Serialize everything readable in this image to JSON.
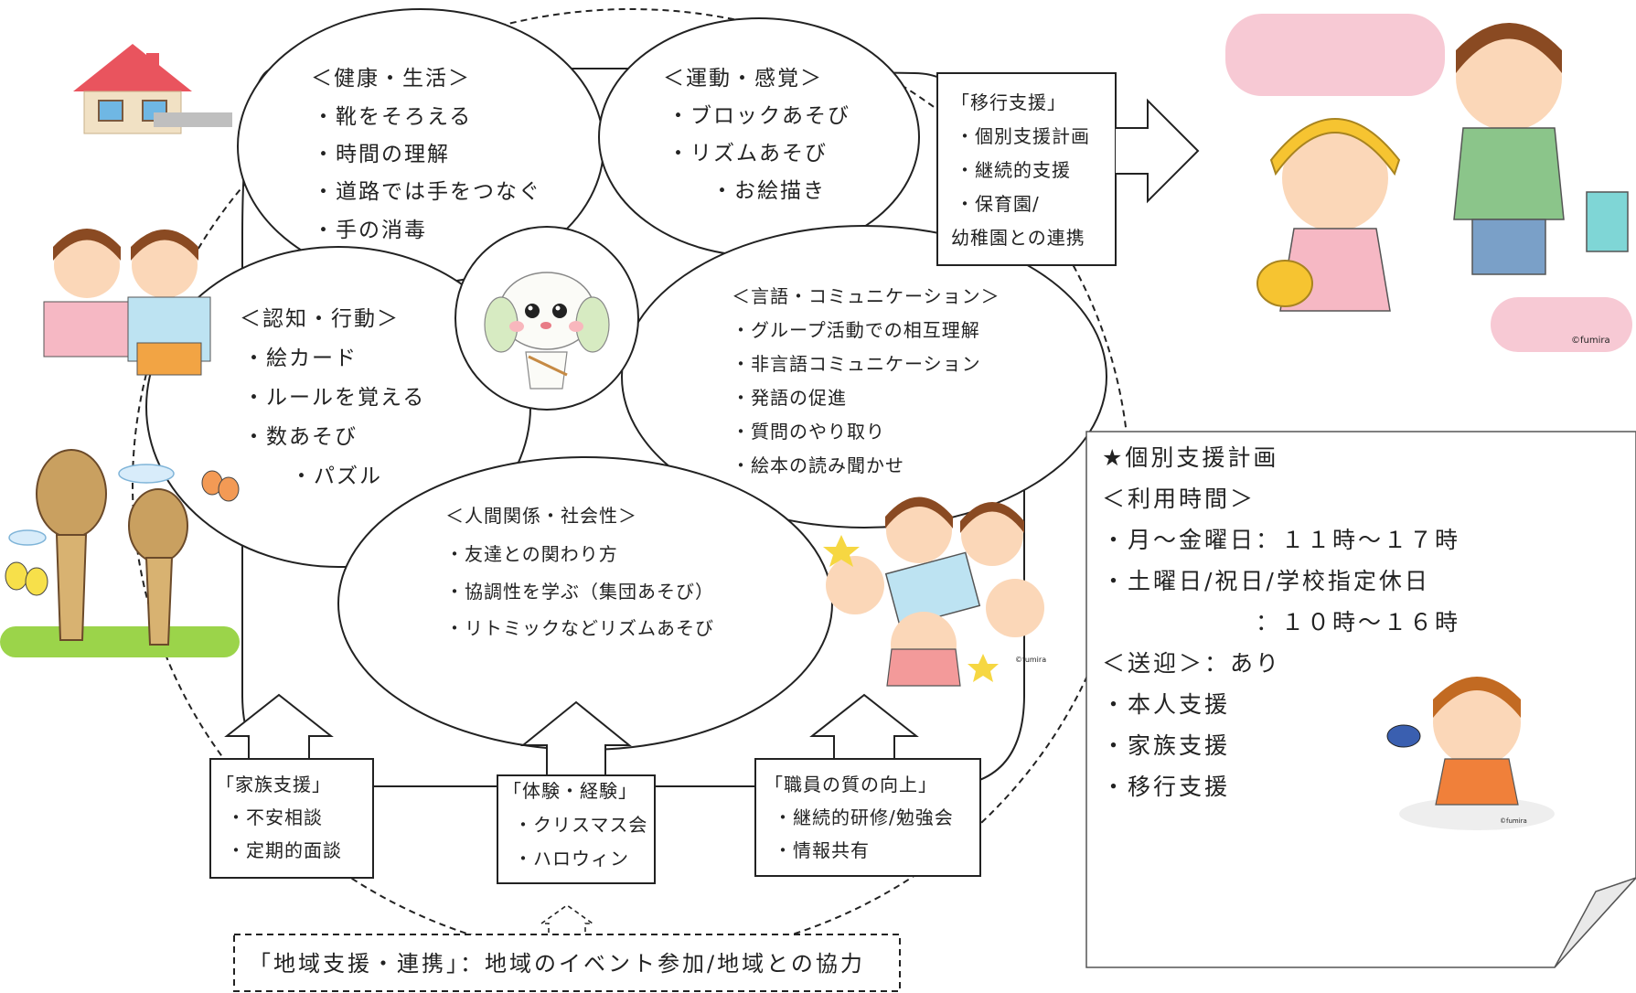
{
  "circles": {
    "health": {
      "title": "＜健康・生活＞",
      "items": [
        "・靴をそろえる",
        "・時間の理解",
        "・道路では手をつなぐ",
        "・手の消毒"
      ]
    },
    "motor": {
      "title": "＜運動・感覚＞",
      "items": [
        "・ブロックあそび",
        "・リズムあそび",
        "・お絵描き"
      ]
    },
    "cognition": {
      "title": "＜認知・行動＞",
      "items": [
        "・絵カード",
        "・ルールを覚える",
        "・数あそび",
        "・パズル"
      ]
    },
    "language": {
      "title": "＜言語・コミュニケーション＞",
      "items": [
        "・グループ活動での相互理解",
        "・非言語コミュニケーション",
        "・発語の促進",
        "・質問のやり取り",
        "・絵本の読み聞かせ"
      ]
    },
    "social": {
      "title": "＜人間関係・社会性＞",
      "items": [
        "・友達との関わり方",
        "・協調性を学ぶ（集団あそび）",
        "・リトミックなどリズムあそび"
      ]
    }
  },
  "transition": {
    "title": "「移行支援」",
    "items": [
      "・個別支援計画",
      "・継続的支援",
      "・保育園/",
      "幼稚園との連携"
    ]
  },
  "bottom_boxes": {
    "family": {
      "title": "「家族支援」",
      "items": [
        "・不安相談",
        "・定期的面談"
      ]
    },
    "experience": {
      "title": "「体験・経験」",
      "items": [
        "・クリスマス会",
        "・ハロウィン"
      ]
    },
    "staff": {
      "title": "「職員の質の向上」",
      "items": [
        "・継続的研修/勉強会",
        "・情報共有"
      ]
    }
  },
  "community": {
    "text": "「地域支援・連携」：地域のイベント参加/地域との協力"
  },
  "plan_note": {
    "lines": [
      "★個別支援計画",
      "＜利用時間＞",
      "・月～金曜日：１１時～１７時",
      "・土曜日/祝日/学校指定休日",
      "：１０時～１６時",
      "＜送迎＞：あり",
      "・本人支援",
      "・家族支援",
      "・移行支援"
    ]
  },
  "credits": {
    "fumira_1": "©fumira",
    "fumira_2": "©fumira",
    "fumira_3": "©fumira"
  },
  "colors": {
    "line": "#222222",
    "roof": "#e9545e",
    "cloud_pink": "#f7c9d4",
    "kid_yellow_hat": "#f6c431",
    "grass": "#9bd44a"
  }
}
